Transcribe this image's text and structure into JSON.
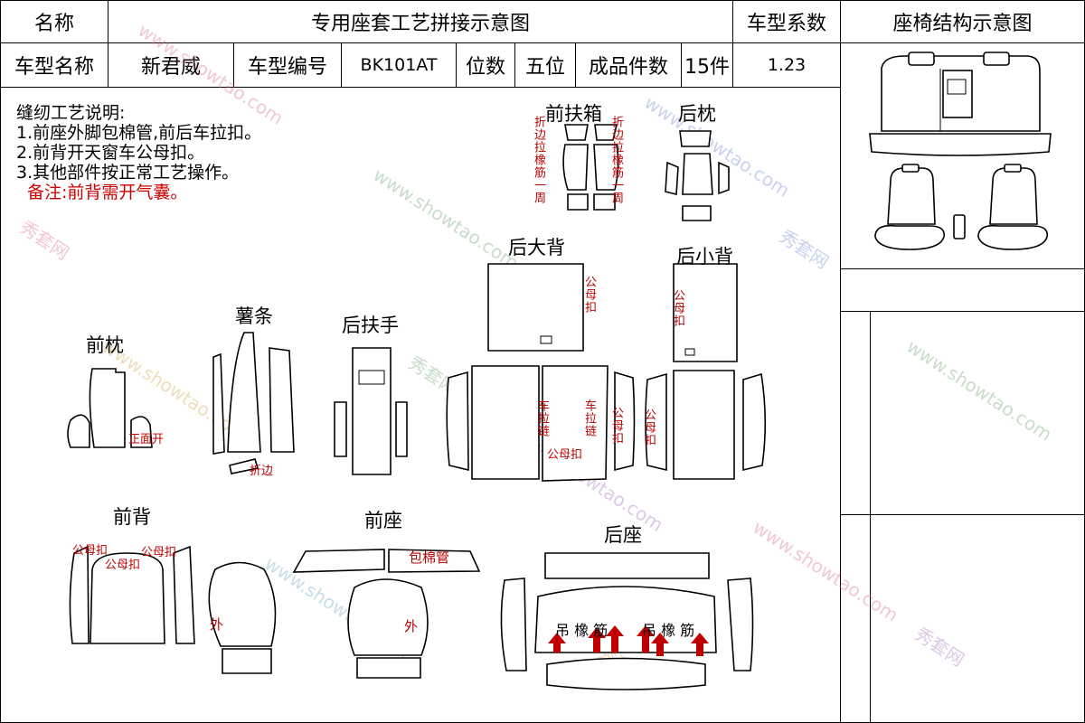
{
  "header": {
    "name_label": "名称",
    "title": "专用座套工艺拼接示意图",
    "coef_label": "车型系数",
    "struct_label": "座椅结构示意图"
  },
  "info": {
    "model_name_label": "车型名称",
    "model_name": "新君威",
    "model_code_label": "车型编号",
    "model_code": "BK101AT",
    "seats_label": "位数",
    "seats": "五位",
    "pieces_label": "成品件数",
    "pieces": "15件",
    "coef": "1.23"
  },
  "notes": {
    "title": "缝纫工艺说明:",
    "line1": "1.前座外脚包棉管,前后车拉扣。",
    "line2": "2.前背开天窗车公母扣。",
    "line3": "3.其他部件按正常工艺操作。",
    "remark": "备注:前背需开气囊。"
  },
  "sections": {
    "front_armbox": "前扶箱",
    "rear_pillow": "后枕",
    "rear_big_back": "后大背",
    "rear_small_back": "后小背",
    "front_pillow": "前枕",
    "strip": "薯条",
    "rear_armrest": "后扶手",
    "front_back": "前背",
    "front_seat": "前座",
    "rear_seat": "后座"
  },
  "annotations": {
    "fold_elastic_loop": "折边拉橡筋一周",
    "male_female_snap": "公母扣",
    "fold_edge": "折边",
    "zipper": "车拉链",
    "outside": "外",
    "foam_tube": "包棉管",
    "hang_elastic": "吊 橡 筋",
    "front_pillow_open": "正面开"
  },
  "watermark": {
    "text_cn": "秀套网",
    "text_url": "www.showtao.com"
  },
  "colors": {
    "line": "#000000",
    "annotation": "#b00000",
    "arrow": "#c00000"
  }
}
